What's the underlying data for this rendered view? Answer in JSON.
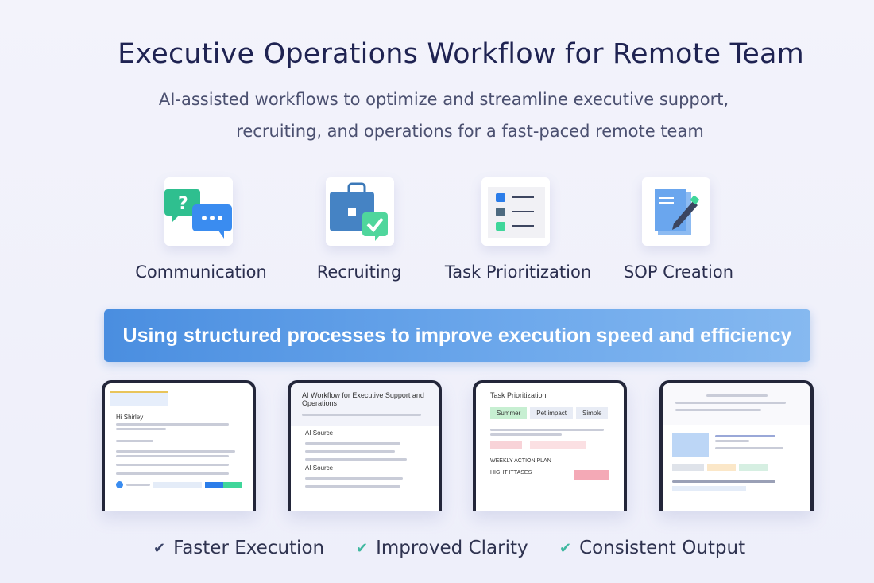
{
  "title": "Executive Operations Workflow for Remote Team",
  "subtitle": [
    "AI-assisted workflows to optimize and streamline executive support,",
    "recruiting, and operations for a fast-paced remote team"
  ],
  "categories": [
    {
      "label": "Communication",
      "icon": "chat-bubbles-icon"
    },
    {
      "label": "Recruiting",
      "icon": "briefcase-check-icon"
    },
    {
      "label": "Task Prioritization",
      "icon": "checklist-icon"
    },
    {
      "label": "SOP Creation",
      "icon": "document-pen-icon"
    }
  ],
  "banner": "Using structured processes to improve execution speed and efficiency",
  "screens": {
    "email": {
      "greeting": "Hi Shirley"
    },
    "workflow": {
      "title": "AI Workflow for Executive Support and Operations",
      "section1": "AI Source",
      "section2": "AI Source"
    },
    "tasks": {
      "title": "Task Prioritization",
      "tabs": [
        "Summer",
        "Pet impact",
        "Simple"
      ],
      "plan": "WEEKLY ACTION PLAN",
      "row": "HIGHT ITTASES"
    }
  },
  "features": [
    {
      "label": "Faster Execution",
      "check_color": "#3b4468"
    },
    {
      "label": "Improved Clarity",
      "check_color": "#3fb8a0"
    },
    {
      "label": "Consistent Output",
      "check_color": "#3fb8a0"
    }
  ]
}
